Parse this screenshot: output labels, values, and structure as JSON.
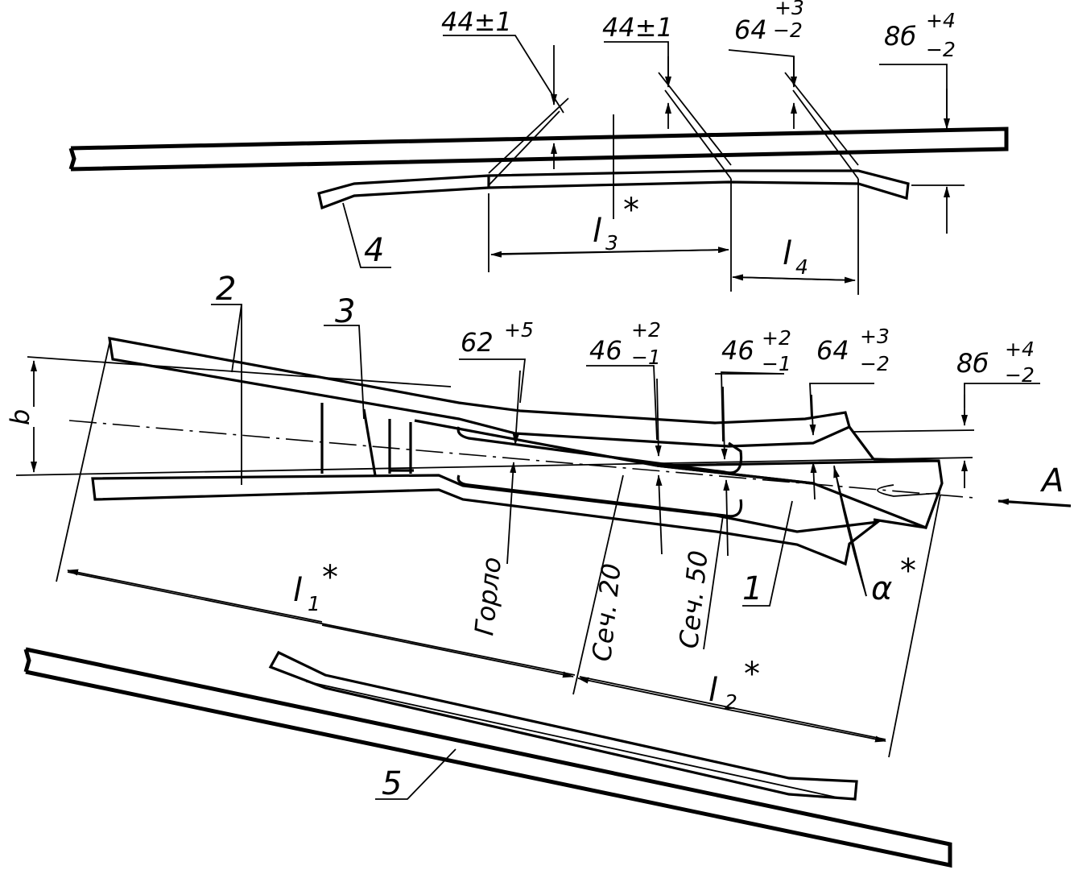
{
  "top_view": {
    "dims": [
      "44±1",
      "44±1",
      "64",
      "+3",
      "−2",
      "8б",
      "+4",
      "−2"
    ],
    "l3": "l",
    "l3_sub": "3",
    "l3_star": "*",
    "l4": "l",
    "l4_sub": "4",
    "item4": "4"
  },
  "main_view": {
    "item1": "1",
    "item2": "2",
    "item3": "3",
    "b": "b",
    "d62": "62",
    "d62_tol": "+5",
    "d46a": "46",
    "d46a_up": "+2",
    "d46a_dn": "−1",
    "d46b": "46",
    "d46b_up": "+2",
    "d46b_dn": "−1",
    "d64": "64",
    "d64_up": "+3",
    "d64_dn": "−2",
    "d86": "8б",
    "d86_up": "+4",
    "d86_dn": "−2",
    "gorlo": "Горло",
    "sec20": "Сеч. 20",
    "sec50": "Сеч. 50",
    "view_a": "A",
    "alpha": "α",
    "alpha_star": "*",
    "l1": "l",
    "l1_sub": "1",
    "l1_star": "*",
    "l2": "l",
    "l2_sub": "2",
    "l2_star": "*"
  },
  "bottom_view": {
    "item5": "5"
  }
}
